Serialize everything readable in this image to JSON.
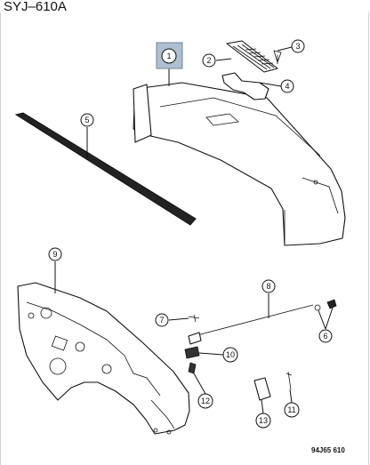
{
  "diagram": {
    "code": "SYJ–610A",
    "figure_id": "94J65 610",
    "highlighted_callout": "1",
    "highlight_color": "#aebfcf",
    "callouts": [
      "1",
      "2",
      "3",
      "4",
      "5",
      "6",
      "7",
      "8",
      "9",
      "10",
      "11",
      "12",
      "13"
    ]
  }
}
